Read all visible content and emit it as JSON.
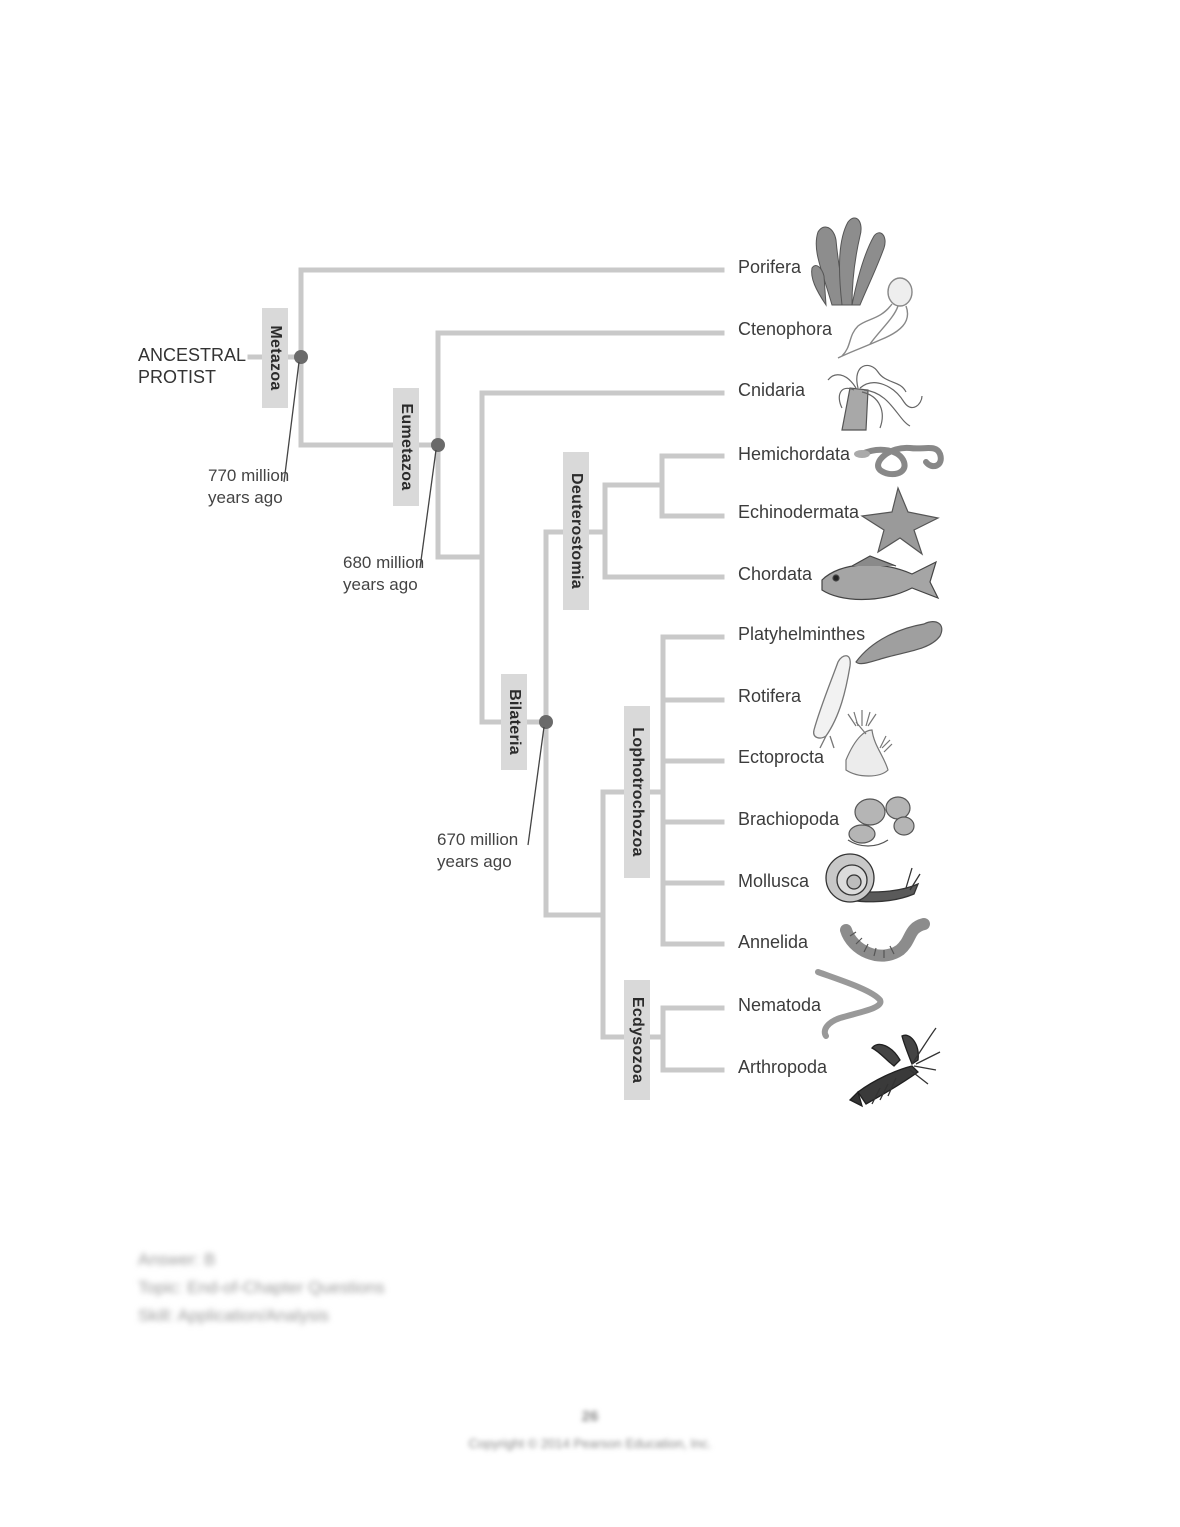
{
  "root_label": "ANCESTRAL\nPROTIST",
  "clades": {
    "metazoa": "Metazoa",
    "eumetazoa": "Eumetazoa",
    "deuterostomia": "Deuterostomia",
    "bilateria": "Bilateria",
    "lophotrochozoa": "Lophotrochozoa",
    "ecdysozoa": "Ecdysozoa"
  },
  "times": {
    "metazoa": "770 million\nyears ago",
    "eumetazoa": "680 million\nyears ago",
    "bilateria": "670 million\nyears ago"
  },
  "taxa": {
    "porifera": "Porifera",
    "ctenophora": "Ctenophora",
    "cnidaria": "Cnidaria",
    "hemichordata": "Hemichordata",
    "echinodermata": "Echinodermata",
    "chordata": "Chordata",
    "platyhelminthes": "Platyhelminthes",
    "rotifera": "Rotifera",
    "ectoprocta": "Ectoprocta",
    "brachiopoda": "Brachiopoda",
    "mollusca": "Mollusca",
    "annelida": "Annelida",
    "nematoda": "Nematoda",
    "arthropoda": "Arthropoda"
  },
  "footer": {
    "line1": "Answer: B",
    "line2": "Topic: End-of-Chapter Questions",
    "line3": "Skill: Application/Analysis",
    "page_number": "26",
    "copyright": "Copyright © 2014 Pearson Education, Inc."
  }
}
